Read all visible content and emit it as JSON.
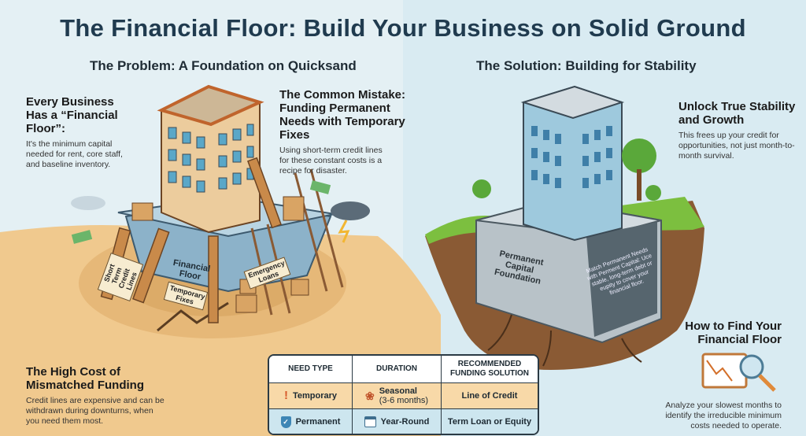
{
  "title": "The Financial Floor: Build Your Business on Solid Ground",
  "left": {
    "subtitle": "The Problem: A Foundation on Quicksand",
    "floor_heading": "Every Business Has a “Financial Floor”:",
    "floor_text": "It's the minimum capital needed for rent, core staff, and baseline inventory.",
    "mistake_heading": "The Common Mistake: Funding Permanent Needs with Temporary Fixes",
    "mistake_text": "Using short-term credit lines for these constant costs is a recipe for disaster.",
    "cost_heading": "The High Cost of Mismatched Funding",
    "cost_text": "Credit lines are expensive and can be withdrawn during downturns, when you need them most.",
    "labels": {
      "short_term": "Short Term Credit Lines",
      "financial_floor": "Financial Floor",
      "temporary_fixes": "Temporary Fixes",
      "emergency_loans": "Emergency Loans"
    }
  },
  "right": {
    "subtitle": "The Solution: Building for Stability",
    "unlock_heading": "Unlock True Stability and Growth",
    "unlock_text": "This frees up your credit for opportunities, not just month-to-month survival.",
    "find_heading": "How to Find Your Financial Floor",
    "find_text": "Analyze your slowest months to identify the irreducible minimum costs needed to operate.",
    "labels": {
      "foundation": "Permanent Capital Foundation",
      "match": "Match Permanent Needs with Perment Capital: Uce stable, long-term debt or eupity to cover your financial floor."
    }
  },
  "table": {
    "headers": [
      "NEED TYPE",
      "DURATION",
      "RECOMMENDED FUNDING SOLUTION"
    ],
    "rows": [
      {
        "need": "Temporary",
        "duration": "Seasonal",
        "duration_detail": "(3-6 months)",
        "solution": "Line of Credit",
        "icon": "exclamation-icon",
        "duration_icon": "maple-leaf-icon"
      },
      {
        "need": "Permanent",
        "duration": "Year-Round",
        "duration_detail": "",
        "solution": "Term Loan or Equity",
        "icon": "shield-check-icon",
        "duration_icon": "calendar-icon"
      }
    ]
  },
  "colors": {
    "title": "#203b4f",
    "sand": "#f0c98e",
    "sky_left": "#e4f0f4",
    "sky_right": "#d9ebf2",
    "grass": "#7cbf3f",
    "earth": "#8a5a34"
  }
}
